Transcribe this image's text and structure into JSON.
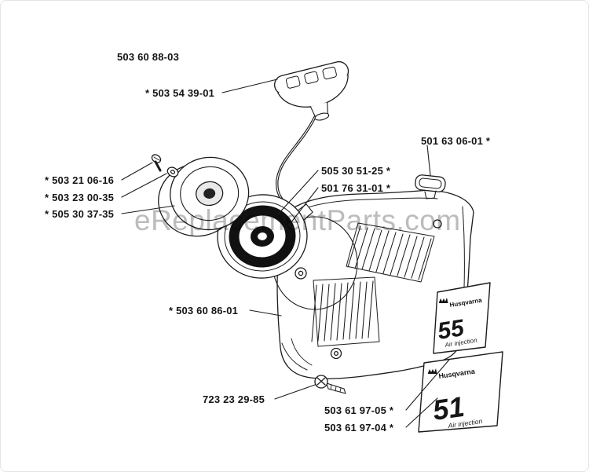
{
  "watermark": "eReplacementParts.com",
  "labels": [
    {
      "text": "503 60 88-03"
    },
    {
      "text": "* 503 54 39-01"
    },
    {
      "text": "* 503 21 06-16"
    },
    {
      "text": "* 503 23 00-35"
    },
    {
      "text": "* 505 30 37-35"
    },
    {
      "text": "505 30 51-25 *"
    },
    {
      "text": "501 76 31-01 *"
    },
    {
      "text": "501 63 06-01 *"
    },
    {
      "text": "* 503 60 86-01"
    },
    {
      "text": "723 23 29-85"
    },
    {
      "text": "503 61 97-05 *"
    },
    {
      "text": "503 61 97-04 *"
    }
  ],
  "decals": [
    {
      "brand": "Husqvarna",
      "model": "55",
      "sub": "Air injection"
    },
    {
      "brand": "Husqvarna",
      "model": "51",
      "sub": "Air injection"
    }
  ]
}
